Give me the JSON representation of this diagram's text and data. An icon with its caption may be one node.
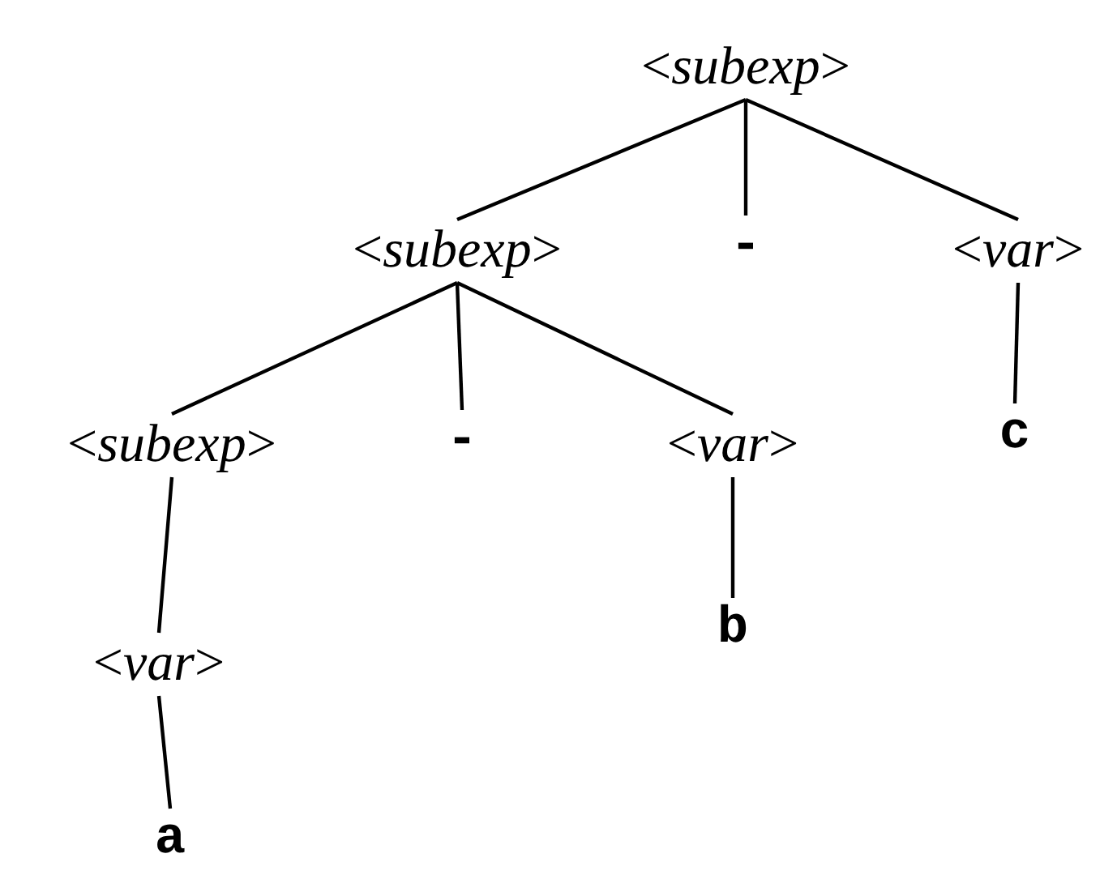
{
  "diagram": {
    "nodes": [
      {
        "text": [
          "<*subexp*>"
        ]
      },
      {
        "text": [
          "<*subexp*>"
        ]
      },
      {
        "text": [
          "-"
        ]
      },
      {
        "text": [
          "<*var*>"
        ]
      },
      {
        "text": [
          "<*subexp*>"
        ]
      },
      {
        "text": [
          "-"
        ]
      },
      {
        "text": [
          "<*var*>"
        ]
      },
      {
        "text": [
          "c"
        ]
      },
      {
        "text": [
          "<*var*>"
        ]
      },
      {
        "text": [
          "b"
        ]
      },
      {
        "text": [
          "a"
        ]
      }
    ],
    "edges": [
      {
        "from": 0,
        "to": 1,
        "arrow": "none"
      },
      {
        "from": 0,
        "to": 2,
        "arrow": "none"
      },
      {
        "from": 0,
        "to": 3,
        "arrow": "none"
      },
      {
        "from": 1,
        "to": 4,
        "arrow": "none"
      },
      {
        "from": 1,
        "to": 5,
        "arrow": "none"
      },
      {
        "from": 1,
        "to": 6,
        "arrow": "none"
      },
      {
        "from": 3,
        "to": 7,
        "arrow": "none"
      },
      {
        "from": 4,
        "to": 8,
        "arrow": "none"
      },
      {
        "from": 6,
        "to": 9,
        "arrow": "none"
      },
      {
        "from": 8,
        "to": 10,
        "arrow": "none"
      }
    ]
  }
}
